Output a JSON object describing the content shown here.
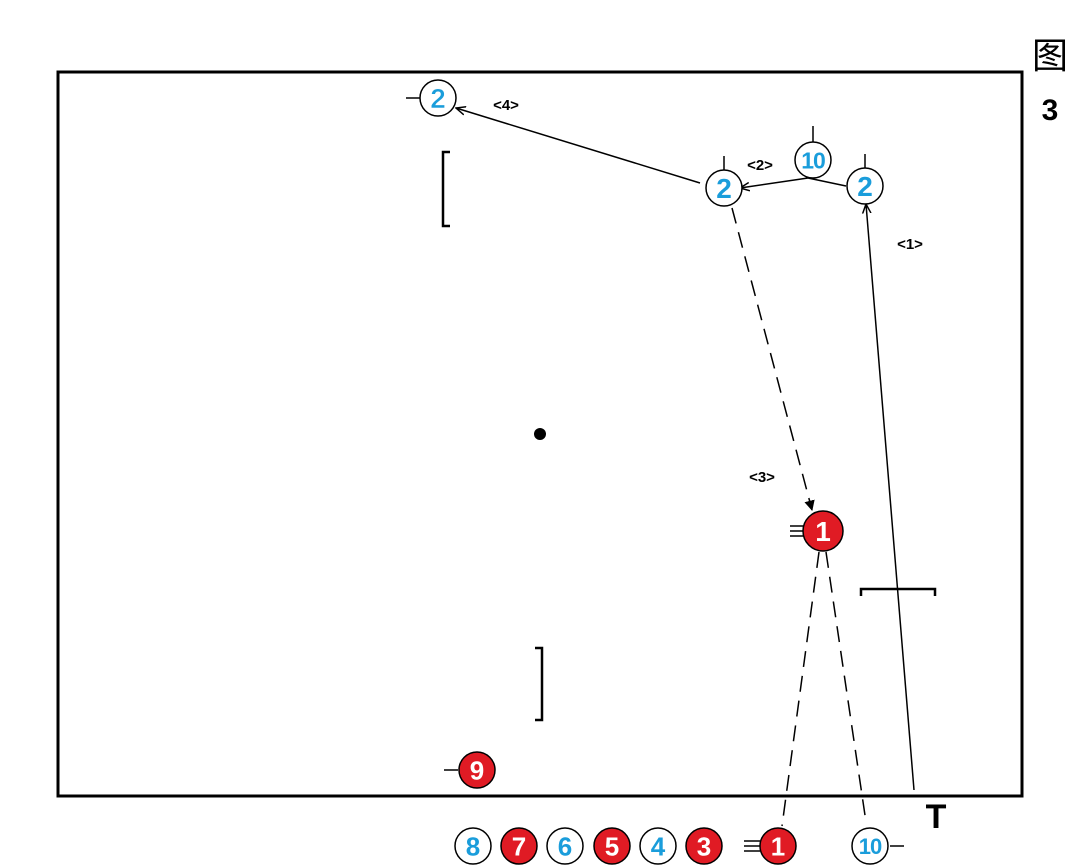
{
  "figure_label": {
    "line1": "图",
    "line2": "3"
  },
  "colors": {
    "blue_team": "#1a9ddb",
    "red_team": "#e01b24",
    "ink": "#000000"
  },
  "sequence_labels": [
    "<1>",
    "<2>",
    "<3>",
    "<4>"
  ],
  "players": {
    "blue_2_start": "2",
    "blue_10_top": "10",
    "blue_2_mid": "2",
    "blue_2_far": "2",
    "red_1_field": "1",
    "red_9": "9",
    "bench_8": "8",
    "bench_7": "7",
    "bench_6": "6",
    "bench_5": "5",
    "bench_4": "4",
    "bench_3": "3",
    "bench_1": "1",
    "bench_10": "10"
  },
  "referee_marker": "T"
}
